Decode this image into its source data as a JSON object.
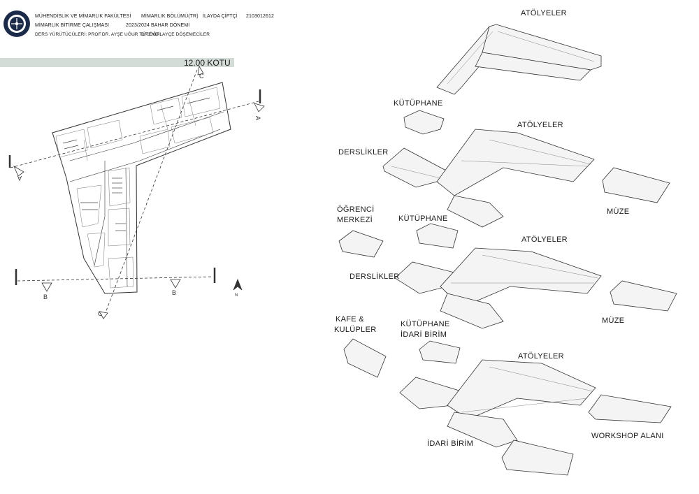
{
  "header": {
    "faculty": "MÜHENDİSLİK VE MİMARLIK FAKÜLTESİ",
    "department": "MİMARLIK BÖLÜMÜ(TR)",
    "student_name": "İLAYDA ÇİFTÇİ",
    "student_number": "2103012612",
    "course": "MİMARLIK BİTİRME ÇALIŞMASI",
    "term": "2023/2024 BAHAR DÖNEMİ",
    "advisors_left": "DERS YÜRÜTÜCÜLERİ: PROF.DR. AYŞE UĞUR TÜTENGİL",
    "separator": ",",
    "advisors_right": "DR.ÖĞR. AYÇE DÖŞEMECİLER"
  },
  "plan": {
    "level_title": "12.00 KOTU",
    "section_a": "A",
    "section_b": "B",
    "section_c": "C",
    "north": "N"
  },
  "axonometric_labels": {
    "ateliers_1": "ATÖLYELER",
    "library_1": "KÜTÜPHANE",
    "ateliers_2": "ATÖLYELER",
    "classrooms_1": "DERSLİKLER",
    "student_center_1": "ÖĞRENCİ",
    "student_center_2": "MERKEZİ",
    "library_2": "KÜTÜPHANE",
    "museum_1": "MÜZE",
    "ateliers_3": "ATÖLYELER",
    "classrooms_2": "DERSLİKLER",
    "cafe_1": "KAFE &",
    "cafe_2": "KULÜPLER",
    "library_admin_1": "KÜTÜPHANE",
    "library_admin_2": "İDARİ BİRİM",
    "museum_2": "MÜZE",
    "ateliers_4": "ATÖLYELER",
    "admin": "İDARİ BİRİM",
    "workshop": "WORKSHOP ALANI"
  }
}
